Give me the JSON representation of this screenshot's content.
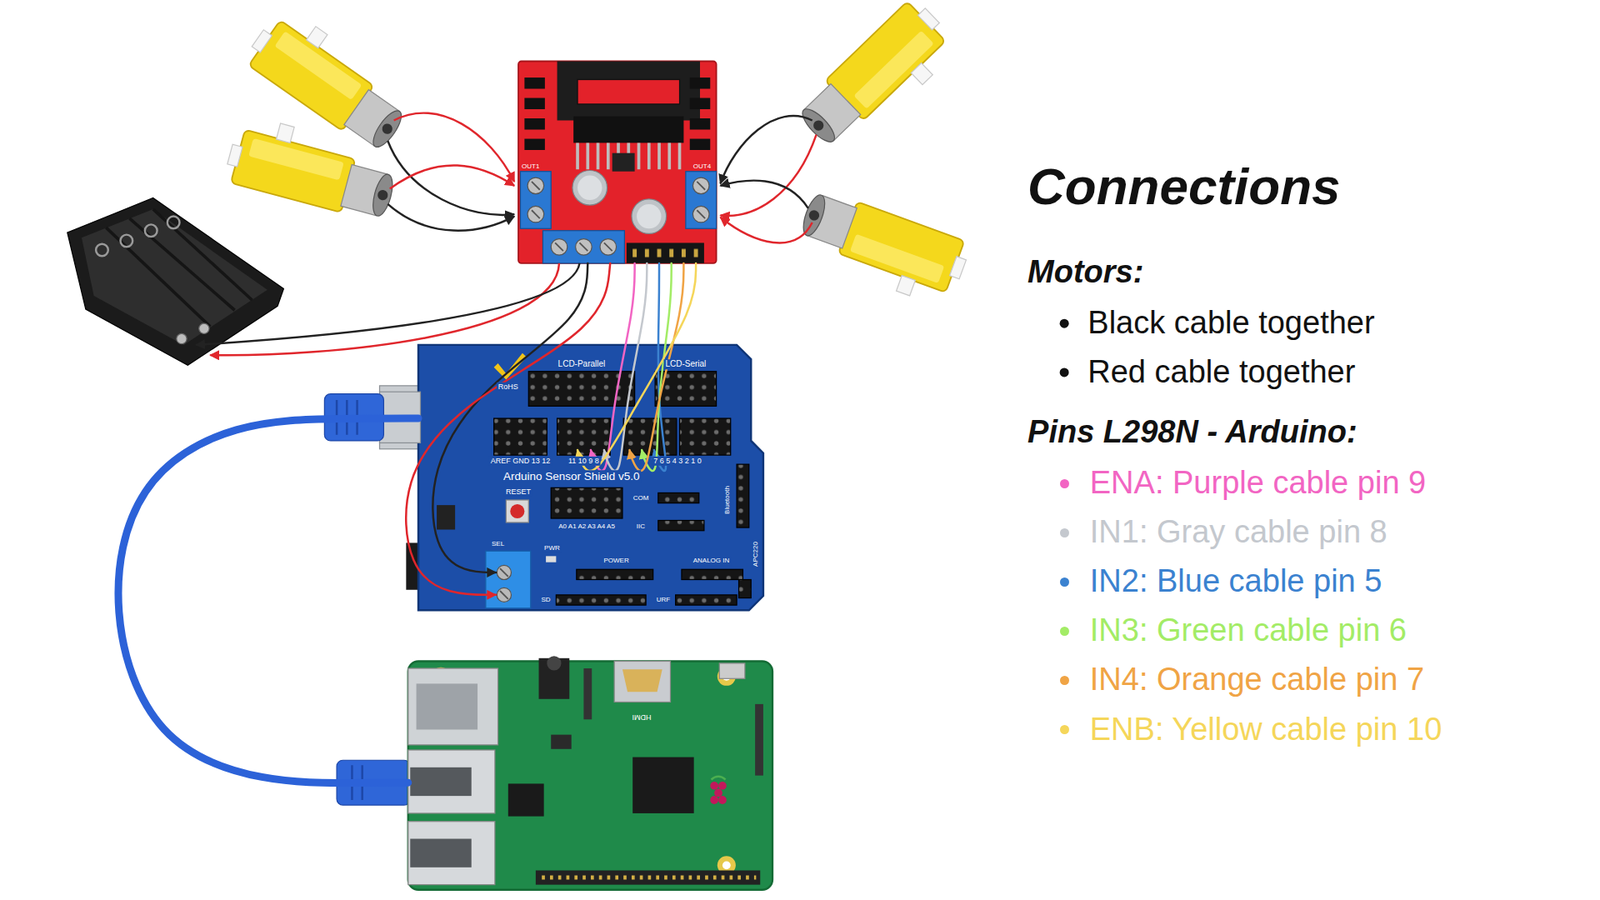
{
  "diagram": {
    "title": "Connections",
    "nodes": [
      {
        "text": [
          "OUT1",
          "OUT4"
        ]
      },
      {
        "text": [
          "Arduino Sensor Shield v5.0"
        ]
      },
      {
        "text": [
          "HDMI"
        ]
      }
    ],
    "edges": [
      {
        "from": 0,
        "to": 1,
        "arrow": "to"
      },
      {
        "from": 0,
        "to": 1,
        "arrow": "to"
      },
      {
        "from": 0,
        "to": 1,
        "arrow": "to"
      },
      {
        "from": 0,
        "to": 1,
        "arrow": "to"
      },
      {
        "from": 0,
        "to": 1,
        "arrow": "to"
      },
      {
        "from": 0,
        "to": 1,
        "arrow": "to"
      },
      {
        "from": 0,
        "to": 1,
        "arrow": "to"
      },
      {
        "from": 0,
        "to": 1,
        "arrow": "to"
      },
      {
        "from": 1,
        "to": 2,
        "arrow": "none"
      }
    ],
    "labels": [
      "Motors:",
      "Black cable together",
      "Red cable together",
      "Pins L298N - Arduino:",
      "LCD-Parallel",
      "LCD-Serial",
      "RoHS",
      "AREF GND 13 12",
      "11 10 9 8",
      "7 6 5 4 3 2 1 0",
      "RESET",
      "A0 A1 A2 A3 A4 A5",
      "COM",
      "IIC",
      "Bluetooth",
      "APC220",
      "SEL",
      "PWR",
      "POWER",
      "ANALOG IN",
      "SD",
      "URF"
    ],
    "legend": [
      {
        "text": "ENA: Purple cable pin 9",
        "color": "#f265c3"
      },
      {
        "text": "IN1: Gray cable pin 8",
        "color": "#c4c8ce"
      },
      {
        "text": "IN2: Blue cable pin 5",
        "color": "#3b82d0"
      },
      {
        "text": "IN3: Green cable pin 6",
        "color": "#a3ec66"
      },
      {
        "text": "IN4: Orange cable pin 7",
        "color": "#f0a445"
      },
      {
        "text": "ENB: Yellow cable pin 10",
        "color": "#f5d65a"
      }
    ]
  }
}
